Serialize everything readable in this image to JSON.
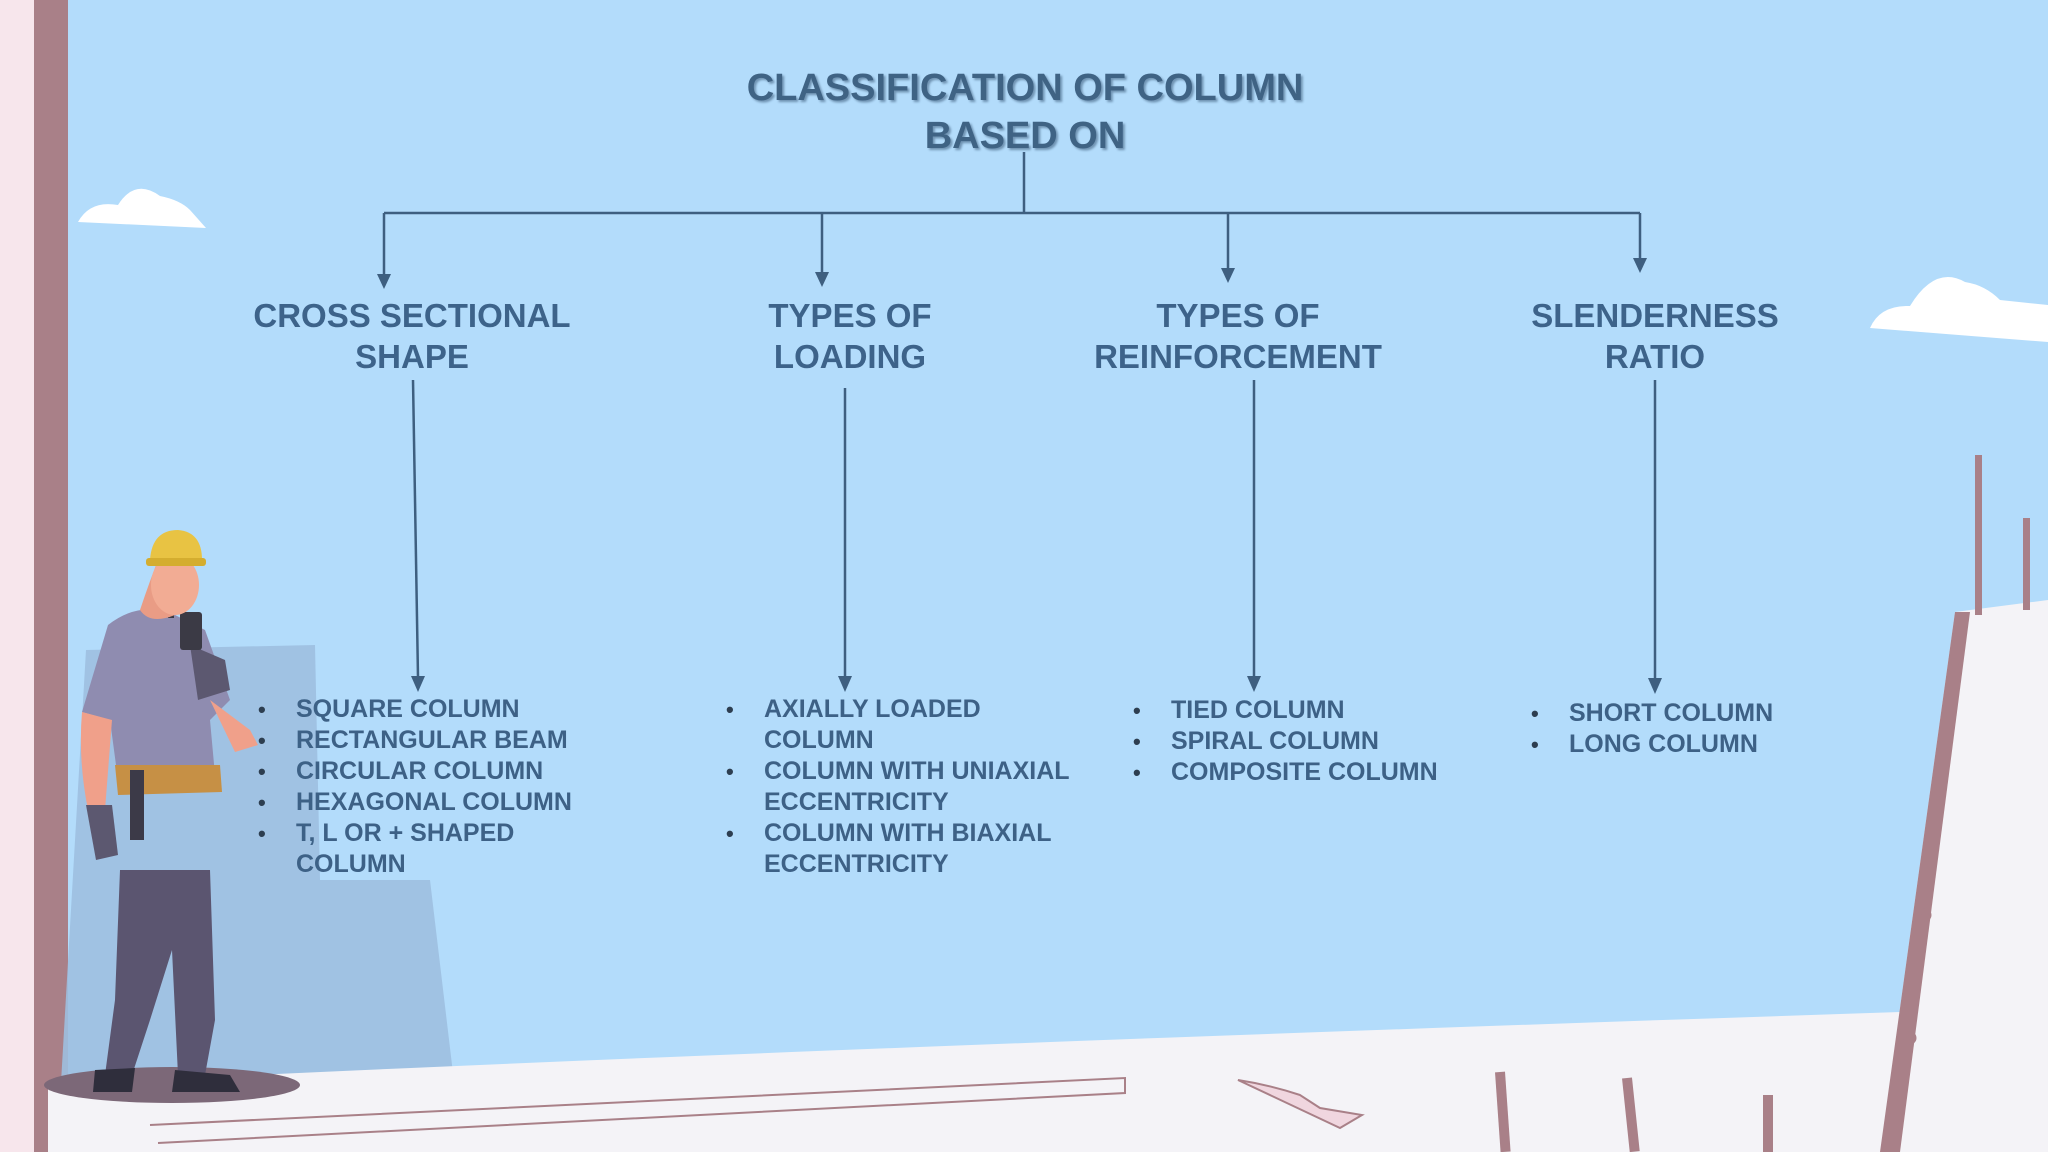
{
  "title": {
    "line1": "CLASSIFICATION OF COLUMN",
    "line2": "BASED ON"
  },
  "categories": [
    {
      "line1": "CROSS SECTIONAL",
      "line2": "SHAPE",
      "items": [
        "SQUARE COLUMN",
        "RECTANGULAR BEAM",
        "CIRCULAR COLUMN",
        "HEXAGONAL COLUMN",
        [
          "T, L OR + SHAPED",
          "COLUMN"
        ]
      ]
    },
    {
      "line1": "TYPES OF",
      "line2": "LOADING",
      "items": [
        [
          "AXIALLY LOADED",
          "COLUMN"
        ],
        [
          "COLUMN WITH UNIAXIAL",
          "ECCENTRICITY"
        ],
        [
          "COLUMN WITH BIAXIAL",
          "ECCENTRICITY"
        ]
      ]
    },
    {
      "line1": "TYPES OF",
      "line2": "REINFORCEMENT",
      "items": [
        "TIED COLUMN",
        "SPIRAL COLUMN",
        "COMPOSITE COLUMN"
      ]
    },
    {
      "line1": "SLENDERNESS",
      "line2": "RATIO",
      "items": [
        "SHORT COLUMN",
        "LONG COLUMN"
      ]
    }
  ],
  "colors": {
    "sky": "#b3dcfb",
    "text": "#3d638a",
    "connector": "#3e5f80",
    "ground": "#f4f3f7",
    "pillar": "#a98088"
  }
}
